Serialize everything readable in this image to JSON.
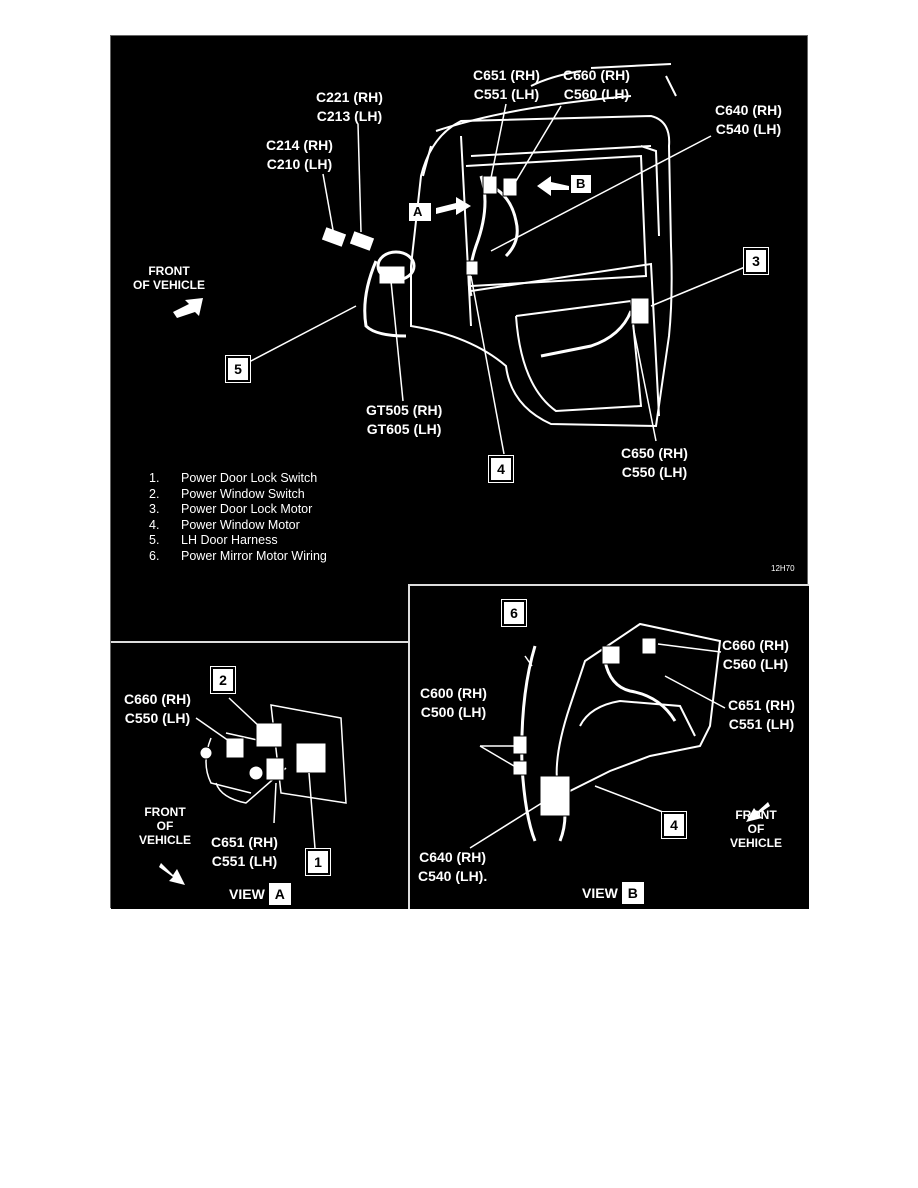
{
  "main": {
    "labels": {
      "c651_c551": [
        "C651 (RH)",
        "C551 (LH)"
      ],
      "c660_c560": [
        "C660 (RH)",
        "C560 (LH)"
      ],
      "c221_c213": [
        "C221 (RH)",
        "C213 (LH)"
      ],
      "c214_c210": [
        "C214 (RH)",
        "C210 (LH)"
      ],
      "c640_c540": [
        "C640 (RH)",
        "C540 (LH)"
      ],
      "gt505": [
        "GT505 (RH)",
        "GT605 (LH)"
      ],
      "c650_c550": [
        "C650 (RH)",
        "C550 (LH)"
      ]
    },
    "front": [
      "FRONT",
      "OF VEHICLE"
    ],
    "view_arrows": [
      "A",
      "B"
    ],
    "callouts": {
      "three": "3",
      "four": "4",
      "five": "5"
    },
    "legend": [
      {
        "num": "1.",
        "text": "Power Door Lock Switch"
      },
      {
        "num": "2.",
        "text": "Power Window Switch"
      },
      {
        "num": "3.",
        "text": "Power Door Lock Motor"
      },
      {
        "num": "4.",
        "text": "Power Window Motor"
      },
      {
        "num": "5.",
        "text": "LH Door Harness"
      },
      {
        "num": "6.",
        "text": "Power Mirror Motor Wiring"
      }
    ],
    "figure_code": "12H70"
  },
  "view_a": {
    "labels": {
      "c660_c550": [
        "C660 (RH)",
        "C550 (LH)"
      ],
      "c651_c551": [
        "C651 (RH)",
        "C551 (LH)"
      ]
    },
    "front": [
      "FRONT",
      "OF",
      "VEHICLE"
    ],
    "callouts": {
      "one": "1",
      "two": "2"
    },
    "title": "VIEW",
    "title_letter": "A"
  },
  "view_b": {
    "labels": {
      "c660_c560": [
        "C660 (RH)",
        "C560 (LH)"
      ],
      "c600_c500": [
        "C600 (RH)",
        "C500 (LH)"
      ],
      "c651_c551": [
        "C651 (RH)",
        "C551 (LH)"
      ],
      "c640_c540": [
        "C640 (RH)",
        "C540 (LH)."
      ]
    },
    "front": [
      "FRONT",
      "OF",
      "VEHICLE"
    ],
    "callouts": {
      "six": "6",
      "four": "4"
    },
    "title": "VIEW",
    "title_letter": "B"
  }
}
